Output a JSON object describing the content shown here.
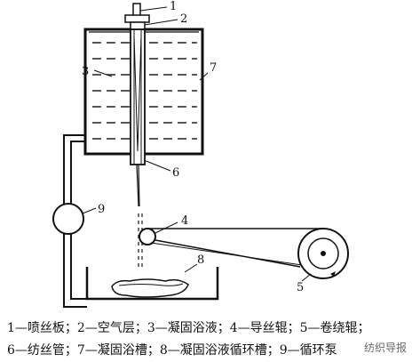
{
  "labels": {
    "n1": "1",
    "n2": "2",
    "n3": "3",
    "n4": "4",
    "n5": "5",
    "n6": "6",
    "n7": "7",
    "n8": "8",
    "n9": "9"
  },
  "caption": {
    "line1": "1—喷丝板；2—空气层；3—凝固浴液；4—导丝辊；5—卷绕辊；",
    "line2": "6—纺丝管；7—凝固浴槽；8—凝固浴液循环槽；9—循环泵"
  },
  "watermark": "纺织导报"
}
